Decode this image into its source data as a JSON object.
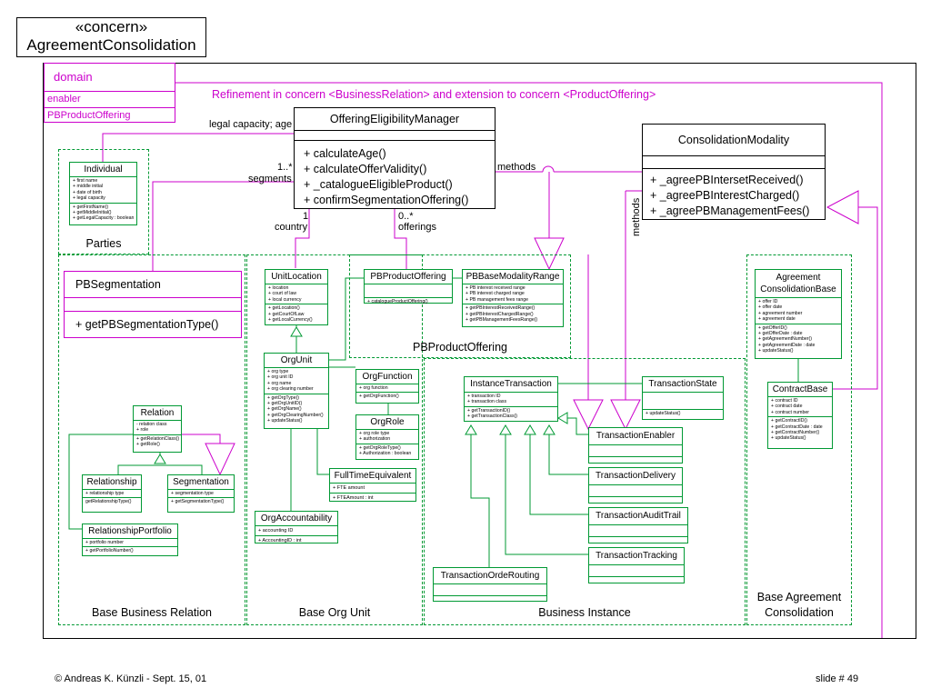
{
  "title": {
    "stereotype": "«concern»",
    "name": "AgreementConsolidation"
  },
  "domain": {
    "label": "domain",
    "enabler": "enabler",
    "offering": "PBProductOffering"
  },
  "refinement_note": "Refinement in concern <BusinessRelation> and extension to concern <ProductOffering>",
  "labels": {
    "legal_capacity": "legal capacity; age",
    "mult_segments": "1..*",
    "segments": "segments",
    "methods_top": "methods",
    "methods_side": "methods",
    "mult_country": "1",
    "country": "country",
    "mult_offerings": "0..*",
    "offerings": "offerings"
  },
  "classes": {
    "offering_manager": {
      "name": "OfferingEligibilityManager",
      "ops": [
        "+ calculateAge()",
        "+ calculateOfferValidity()",
        "+ _catalogueEligibleProduct()",
        "+ confirmSegmentationOffering()"
      ]
    },
    "consolidation_modality": {
      "name": "ConsolidationModality",
      "ops": [
        "+ _agreePBIntersetReceived()",
        "+ _agreePBInterestCharged()",
        "+ _agreePBManagementFees()"
      ]
    },
    "pb_segmentation": {
      "name": "PBSegmentation",
      "ops": [
        "+ getPBSegmentationType()"
      ]
    },
    "individual": {
      "name": "Individual",
      "attrs": [
        "+ first name",
        "+ middle initial",
        "+ date of birth",
        "+ legal capacity"
      ],
      "ops": [
        "+ getFirstName()",
        "+ getMiddleInitial()",
        "+ getLegalCapacity : boolean"
      ]
    },
    "relation": {
      "name": "Relation",
      "attrs": [
        "- relation class",
        "+ role"
      ],
      "ops": [
        "+ getRelationClass()",
        "+ getRole()"
      ]
    },
    "relationship": {
      "name": "Relationship",
      "attrs": [
        "+ relationship type"
      ],
      "ops": [
        "getRelationshipType()"
      ]
    },
    "segmentation": {
      "name": "Segmentation",
      "attrs": [
        "+ segmentation type"
      ],
      "ops": [
        "+ getSegmentationType()"
      ]
    },
    "relationship_portfolio": {
      "name": "RelationshipPortfolio",
      "attrs": [
        "+ portfolio number"
      ],
      "ops": [
        "+ getPortfolioNumber()"
      ]
    },
    "unit_location": {
      "name": "UnitLocation",
      "attrs": [
        "+ location",
        "+ court of law",
        "+ local currency"
      ],
      "ops": [
        "+ getLocation()",
        "+ getCourtOfLaw",
        "+ getLocalCurrency()"
      ]
    },
    "org_unit": {
      "name": "OrgUnit",
      "attrs": [
        "+ org type",
        "+ org unit ID",
        "+ org name",
        "+ org clearing number"
      ],
      "ops": [
        "+ getOrgType()",
        "+ getOrgUnitID()",
        "+ getOrgName()",
        "+ getOrgClearingNumber()",
        "+ updateStatus()"
      ]
    },
    "org_function": {
      "name": "OrgFunction",
      "attrs": [
        "+ org function"
      ],
      "ops": [
        "+ getOrgFunction()"
      ]
    },
    "org_role": {
      "name": "OrgRole",
      "attrs": [
        "+ org role type",
        "+ authorization"
      ],
      "ops": [
        "+ getOrgRoleType()",
        "+ Authorization : boolean"
      ]
    },
    "fte": {
      "name": "FullTimeEquivalent",
      "attrs": [
        "+ FTE amount"
      ],
      "ops": [
        "+ FTEAmount : int"
      ]
    },
    "org_accountability": {
      "name": "OrgAccountability",
      "attrs": [
        "+ accounting ID"
      ],
      "ops": [
        "+ AccountingID : int"
      ]
    },
    "pb_product_offering": {
      "name": "PBProductOffering",
      "attrs": [],
      "ops": [
        "+ catalogueProductOffering()"
      ]
    },
    "pb_base_modality_range": {
      "name": "PBBaseModalityRange",
      "attrs": [
        "+ PB interest received range",
        "+ PB interest charged range",
        "+ PB management fees range"
      ],
      "ops": [
        "+ getPBInterestReceivedRange()",
        "+ getPBInterestChargedRange()",
        "+ getPBManagementFeesRange()"
      ]
    },
    "instance_transaction": {
      "name": "InstanceTransaction",
      "attrs": [
        "+ transaction ID",
        "+ transaction class"
      ],
      "ops": [
        "+ getTransactionID()",
        "+ getTransactionClass()"
      ]
    },
    "transaction_state": {
      "name": "TransactionState",
      "attrs": [],
      "ops": [
        "+ updateStatus()"
      ]
    },
    "transaction_enabler": {
      "name": "TransactionEnabler"
    },
    "transaction_delivery": {
      "name": "TransactionDelivery"
    },
    "transaction_audit_trail": {
      "name": "TransactionAuditTrail"
    },
    "transaction_tracking": {
      "name": "TransactionTracking"
    },
    "transaction_orde_routing": {
      "name": "TransactionOrdeRouting"
    },
    "agreement_base": {
      "name": "Agreement ConsolidationBase",
      "attrs": [
        "+ offer ID",
        "+ offer date",
        "+ agreement number",
        "+ agreement date"
      ],
      "ops": [
        "+ getOfferID()",
        "+ getOfferDate : date",
        "+ getAgreementNumber()",
        "+ getAgreementDate : date",
        "+ updateStatus()"
      ]
    },
    "contract_base": {
      "name": "ContractBase",
      "attrs": [
        "+ contract ID",
        "+ contract date",
        "+ contract number"
      ],
      "ops": [
        "+ getContractID()",
        "+ getContractDate : date",
        "+ getContractNumber()",
        "+ updateStatus()"
      ]
    }
  },
  "packages": {
    "parties": "Parties",
    "base_business_relation": "Base Business Relation",
    "base_org_unit": "Base Org Unit",
    "pb_product_offering": "PBProductOffering",
    "business_instance": "Business Instance",
    "base_agreement_line1": "Base Agreement",
    "base_agreement_line2": "Consolidation"
  },
  "footer": {
    "author": "© Andreas K. Künzli - Sept. 15, 01",
    "slide": "slide # 49"
  }
}
